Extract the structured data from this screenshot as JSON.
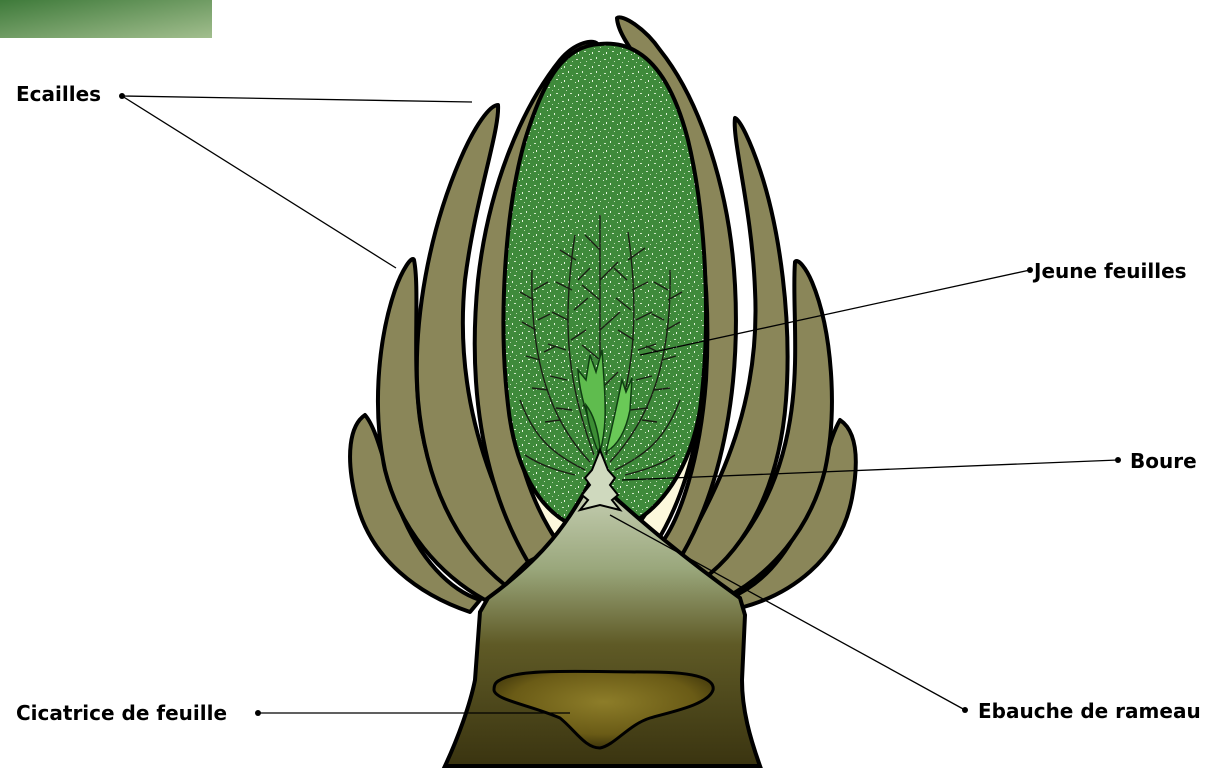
{
  "labels": {
    "ecailles": "Ecailles",
    "jeune_feuilles": "Jeune feuilles",
    "boure": "Boure",
    "ebauche": "Ebauche de rameau",
    "cicatrice": "Cicatrice de feuille"
  },
  "colors": {
    "scale_fill": "#8a8659",
    "scale_outline": "#000000",
    "inner_layer": "#fcf8dc",
    "inner_green": "#3f8a3b",
    "bud_green": "#5fbc4e",
    "stem_top": "#c9d6b6",
    "stem_bottom": "#3a3410",
    "scar": "#6b5d18",
    "leaf_vein": "#1a1f14"
  }
}
